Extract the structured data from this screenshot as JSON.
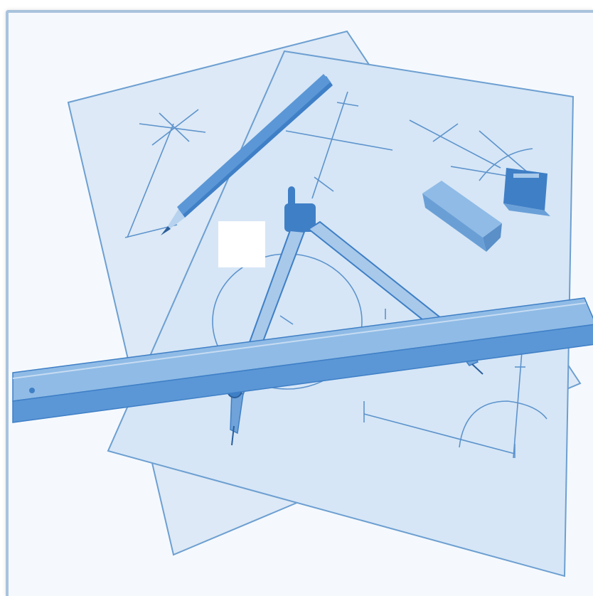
{
  "illustration": {
    "subject": "drafting tools",
    "items": [
      "paper-sheet",
      "pencil",
      "eraser",
      "pencil-sharpener",
      "compass",
      "ruler"
    ]
  },
  "colors": {
    "background": "#f5f9fd",
    "frame_border": "#a9c3dd",
    "paper": "#dbe9f7",
    "paper_stroke": "#6d9fd1",
    "tool_dark": "#3f7fc6",
    "tool_mid": "#6fa3d9",
    "tool_light": "#a8c9ea",
    "mask": "#ffffff"
  }
}
